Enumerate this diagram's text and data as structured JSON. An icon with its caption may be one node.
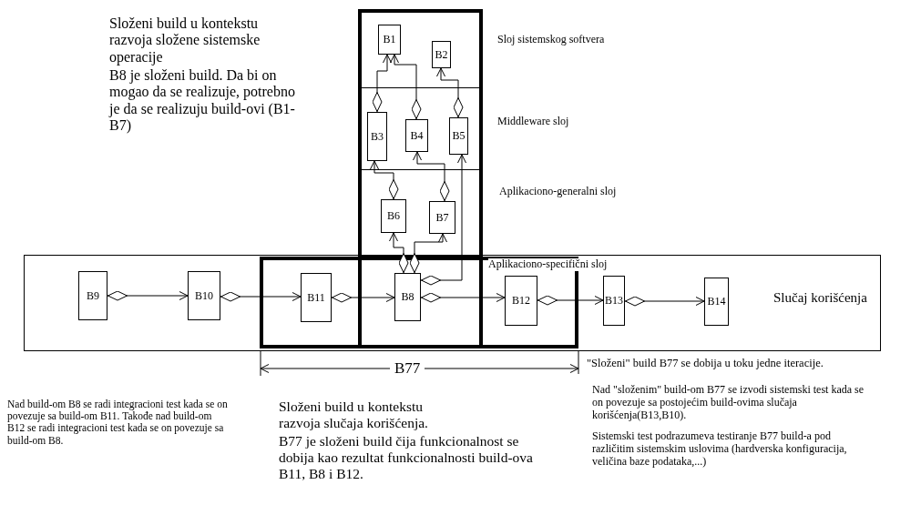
{
  "diagram": {
    "nodes": [
      {
        "text": [],
        "shape": "box"
      },
      {
        "text": [],
        "shape": "band",
        "in": 0
      },
      {
        "text": [
          "B1"
        ],
        "in": 1
      },
      {
        "text": [
          "B2"
        ],
        "in": 1
      },
      {
        "text": [],
        "shape": "band",
        "in": 0
      },
      {
        "text": [
          "B3"
        ],
        "in": 4
      },
      {
        "text": [
          "B4"
        ],
        "in": 4
      },
      {
        "text": [
          "B5"
        ],
        "in": 4
      },
      {
        "text": [],
        "shape": "band",
        "in": 0
      },
      {
        "text": [
          "B6"
        ],
        "in": 8
      },
      {
        "text": [
          "B7"
        ],
        "in": 8
      },
      {
        "text": [
          "Slučaj korišćenja"
        ]
      },
      {
        "text": [],
        "shape": "box",
        "in": 11
      },
      {
        "text": [
          "B9"
        ],
        "in": 11
      },
      {
        "text": [
          "B10"
        ],
        "in": 11
      },
      {
        "text": [
          "B11"
        ],
        "in": 12
      },
      {
        "text": [
          "B8"
        ]
      },
      {
        "text": [
          "B12"
        ],
        "in": 12
      },
      {
        "text": [
          "B13"
        ],
        "in": 11
      },
      {
        "text": [
          "B14"
        ],
        "in": 11
      }
    ],
    "edges": [
      {
        "from": 5,
        "to": 2,
        "arrow": "to"
      },
      {
        "from": 6,
        "to": 2,
        "arrow": "to"
      },
      {
        "from": 7,
        "to": 3,
        "arrow": "to"
      },
      {
        "from": 9,
        "to": 5,
        "arrow": "to"
      },
      {
        "from": 10,
        "to": 6,
        "arrow": "to"
      },
      {
        "from": 16,
        "to": 9,
        "arrow": "to"
      },
      {
        "from": 16,
        "to": 10,
        "arrow": "to"
      },
      {
        "from": 16,
        "to": 7,
        "arrow": "to"
      },
      {
        "from": 13,
        "to": 14,
        "arrow": "to"
      },
      {
        "from": 14,
        "to": 15,
        "arrow": "to"
      },
      {
        "from": 15,
        "to": 16,
        "arrow": "to"
      },
      {
        "from": 16,
        "to": 17,
        "arrow": "to"
      },
      {
        "from": 17,
        "to": 18,
        "arrow": "to"
      },
      {
        "from": 18,
        "to": 19,
        "arrow": "to"
      }
    ],
    "labels": [
      "Složeni build u kontekstu razvoja složene sistemske operacije",
      "Sloj sistemskog softvera",
      "B8 je složeni build. Da bi on mogao da se realizuje, potrebno je da se realizuju build-ovi (B1-B7)",
      "Middleware sloj",
      "Aplikaciono-generalni sloj",
      "Aplikaciono-specifični sloj",
      "B77",
      "\"Složeni\" build B77 se dobija u toku jedne iteracije.",
      "Nad build-om B8 se radi integracioni test kada se on povezuje sa build-om B11. Takođe nad build-om B12 se radi integracioni test kada se on povezuje sa build-om B8.",
      "Složeni build u kontekstu razvoja slučaja korišćenja.",
      "B77 je složeni build čija funkcionalnost se dobija kao rezultat funkcionalnosti build-ova B11, B8 i B12.",
      "Nad \"složenim\" build-om B77 se izvodi sistemski test kada se on povezuje sa postojećim build-ovima slučaja korišćenja(B13,B10).",
      "Sistemski test podrazumeva testiranje B77 build-a pod različitim sistemskim uslovima (hardverska konfiguracija, veličina baze podataka,...)"
    ]
  }
}
